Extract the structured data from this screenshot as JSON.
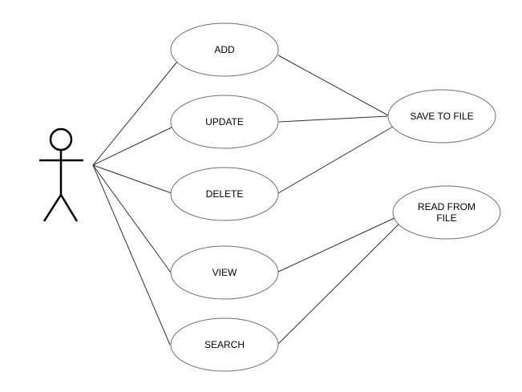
{
  "diagram": {
    "use_cases": {
      "add": {
        "label": "ADD"
      },
      "update": {
        "label": "UPDATE"
      },
      "delete": {
        "label": "DELETE"
      },
      "view": {
        "label": "VIEW"
      },
      "search": {
        "label": "SEARCH"
      },
      "save_to_file": {
        "label": "SAVE TO FILE"
      },
      "read_from_file": {
        "line1": "READ FROM",
        "line2": "FILE"
      }
    }
  }
}
